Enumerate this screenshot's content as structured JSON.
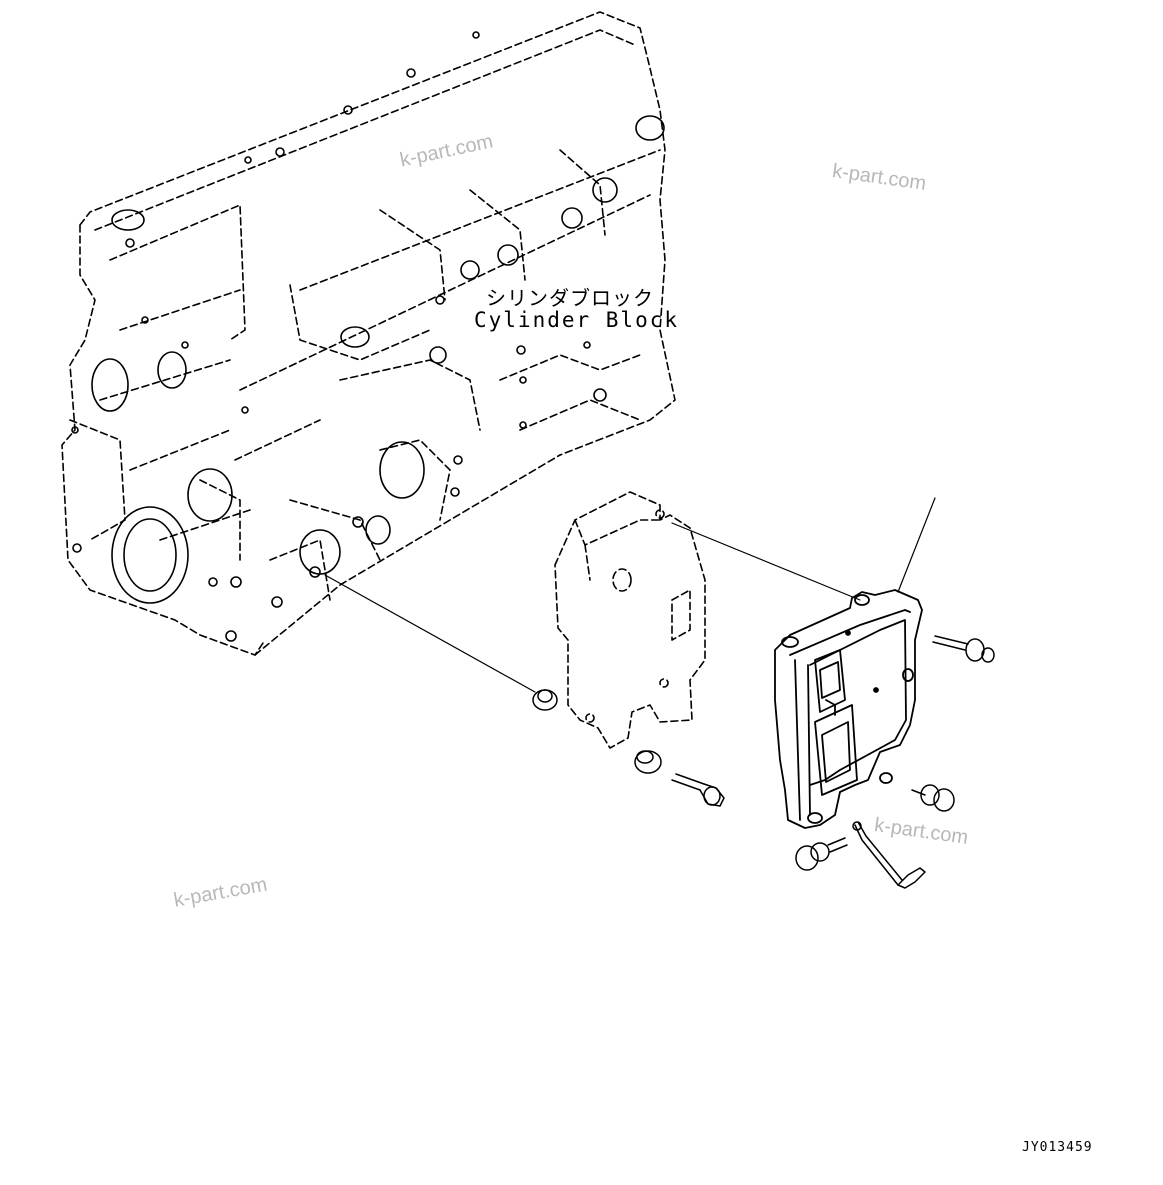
{
  "labels": {
    "cylinder_block_jp": "シリンダブロック",
    "cylinder_block_en": "Cylinder Block"
  },
  "watermark": "k-part.com",
  "drawing_code": "JY013459",
  "colors": {
    "line": "#000000",
    "watermark": "#b8b8b8",
    "background": "#ffffff"
  }
}
